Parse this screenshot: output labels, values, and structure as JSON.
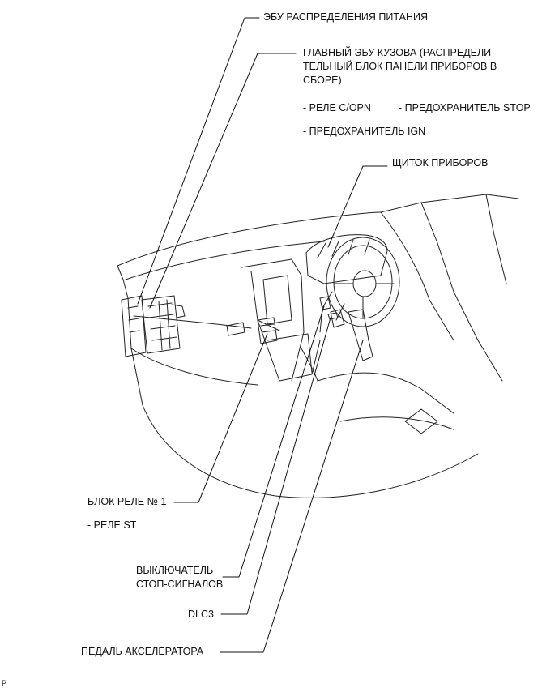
{
  "labels": {
    "power_ecu": "ЭБУ РАСПРЕДЕЛЕНИЯ ПИТАНИЯ",
    "main_body_ecu": "ГЛАВНЫЙ ЭБУ КУЗОВА (РАСПРЕДЕЛИ-ТЕЛЬНЫЙ БЛОК ПАНЕЛИ ПРИБОРОВ В СБОРЕ)",
    "relay_copn": "- РЕЛЕ C/OPN",
    "fuse_stop": "- ПРЕДОХРАНИТЕЛЬ STOP",
    "fuse_ign": "- ПРЕДОХРАНИТЕЛЬ IGN",
    "combination_meter": "ЩИТОК ПРИБОРОВ",
    "relay_block_1": "БЛОК РЕЛЕ № 1",
    "relay_st": "- РЕЛЕ ST",
    "stop_switch_line1": "ВЫКЛЮЧАТЕЛЬ",
    "stop_switch_line2": "СТОП-СИГНАЛОВ",
    "dlc3": "DLC3",
    "accel_pedal": "ПЕДАЛЬ АКСЕЛЕРАТОРА"
  },
  "figure_id": "P"
}
